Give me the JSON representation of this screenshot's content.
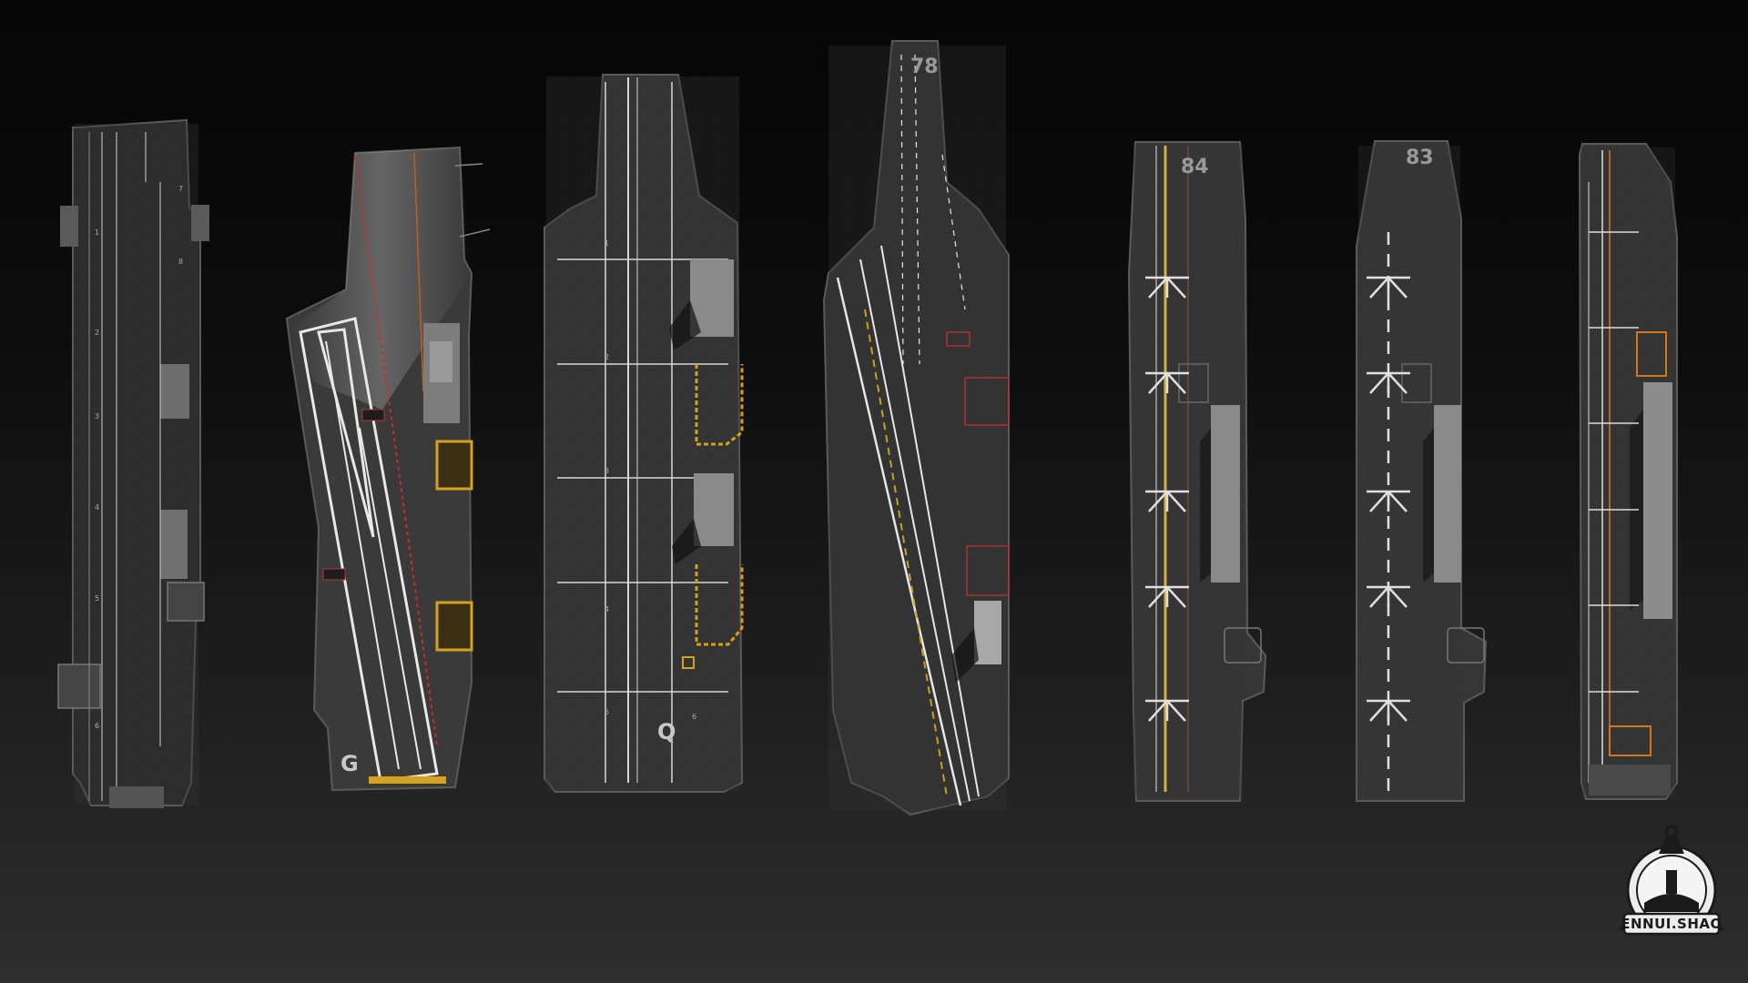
{
  "scene": {
    "background_top": "#060606",
    "background_bottom": "#2e2e2e"
  },
  "carriers": [
    {
      "id": "carrier-1",
      "hull_color": "#2a2a2a",
      "markings": {
        "main_color": "#cfcfcf",
        "accent_color": "#8a8a8a"
      },
      "spot_labels": [
        "1",
        "2",
        "3",
        "4",
        "5",
        "6",
        "7",
        "8"
      ]
    },
    {
      "id": "carrier-2",
      "hull_color": "#3a3a3a",
      "markings": {
        "main_color": "#e8e8e8",
        "accent_color": "#d6a21c"
      },
      "deck_letter": "G",
      "spot_labels": []
    },
    {
      "id": "carrier-3",
      "hull_color": "#343434",
      "markings": {
        "main_color": "#d8d8d8",
        "accent_color": "#d6a21c"
      },
      "deck_letter": "Q",
      "spot_labels": [
        "1",
        "2",
        "3",
        "4",
        "5",
        "6"
      ]
    },
    {
      "id": "carrier-4",
      "hull_color": "#333333",
      "markings": {
        "main_color": "#e6e6e6",
        "accent_color": "#c8a020"
      },
      "deck_number": "78",
      "spot_labels": []
    },
    {
      "id": "carrier-5",
      "hull_color": "#363636",
      "markings": {
        "main_color": "#e0e0e0",
        "accent_color": "#d4b23a"
      },
      "deck_number": "84",
      "spot_labels": []
    },
    {
      "id": "carrier-6",
      "hull_color": "#363636",
      "markings": {
        "main_color": "#e0e0e0",
        "accent_color": "#bcbcbc"
      },
      "deck_number": "83",
      "spot_labels": []
    },
    {
      "id": "carrier-7",
      "hull_color": "#353535",
      "markings": {
        "main_color": "#dcdcdc",
        "accent_color": "#d2771e"
      },
      "spot_labels": []
    }
  ],
  "logo": {
    "text": "ENNUI.SHAO",
    "icon": "anchor-lighthouse-emblem"
  }
}
